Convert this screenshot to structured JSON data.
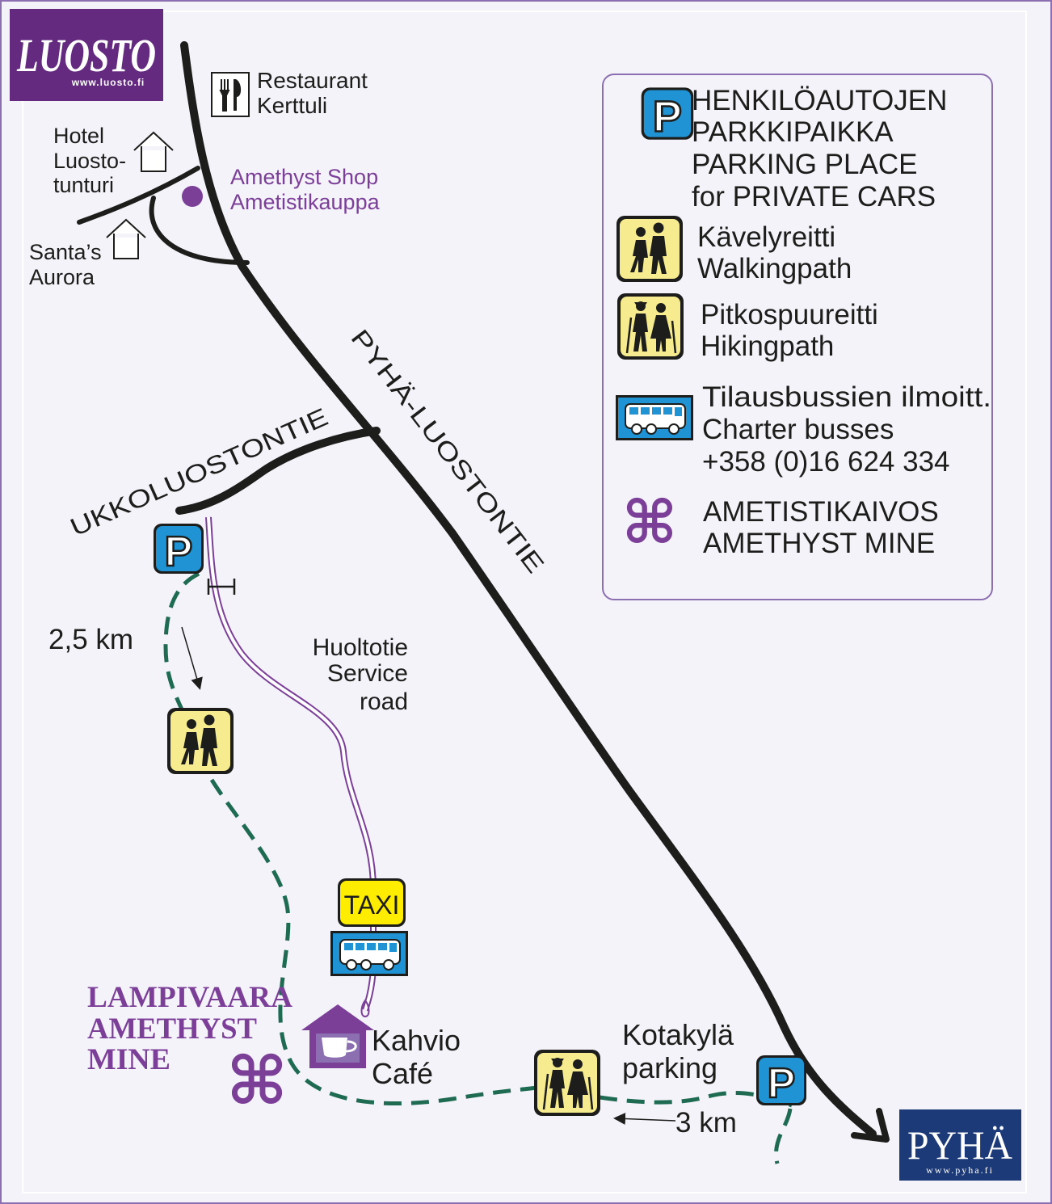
{
  "brand": {
    "luosto": {
      "name": "LUOSTO",
      "url": "www.luosto.fi"
    },
    "pyha": {
      "name": "PYHÄ",
      "url": "www.pyha.fi"
    }
  },
  "colors": {
    "background": "#f4f3fa",
    "border": "#8c6fb0",
    "road": "#1d1d1b",
    "purple": "#7b3f98",
    "path_green": "#1e6b52",
    "parking_blue": "#1f93d3",
    "sign_yellow": "#f6eb8e",
    "taxi_yellow": "#ffed00",
    "pyha_blue": "#1d3a78"
  },
  "places": {
    "restaurant": [
      "Restaurant",
      "Kerttuli"
    ],
    "hotel": [
      "Hotel",
      "Luosto-",
      "tunturi"
    ],
    "santas": [
      "Santa’s",
      "Aurora"
    ],
    "shop": [
      "Amethyst Shop",
      "Ametistikauppa"
    ],
    "road_main": "PYHÄ-LUOSTONTIE",
    "road_side": "UKKOLUOSTONTIE",
    "distance_1": "2,5 km",
    "service_road": [
      "Huoltotie",
      "Service",
      "road"
    ],
    "taxi": "TAXI",
    "mine": [
      "LAMPIVAARA",
      "AMETHYST",
      "MINE"
    ],
    "cafe": [
      "Kahvio",
      "Café"
    ],
    "kotakyla": [
      "Kotakylä",
      "parking"
    ],
    "distance_2": "3 km"
  },
  "legend": {
    "parking": [
      "HENKILÖAUTOJEN",
      "PARKKIPAIKKA",
      "PARKING PLACE",
      "for PRIVATE CARS"
    ],
    "walking": [
      "Kävelyreitti",
      "Walkingpath"
    ],
    "hiking": [
      "Pitkospuureitti",
      "Hikingpath"
    ],
    "bus": [
      "Tilausbussien ilmoitt.",
      "Charter busses",
      "+358 (0)16 624 334"
    ],
    "mine": [
      "AMETISTIKAIVOS",
      "AMETHYST MINE"
    ]
  },
  "icons": {
    "parking": "P",
    "mine_symbol": "⌘",
    "restaurant": "cutlery-icon",
    "hotel": "house-icon",
    "cafe": "cafe-icon",
    "bus": "bus-icon"
  }
}
